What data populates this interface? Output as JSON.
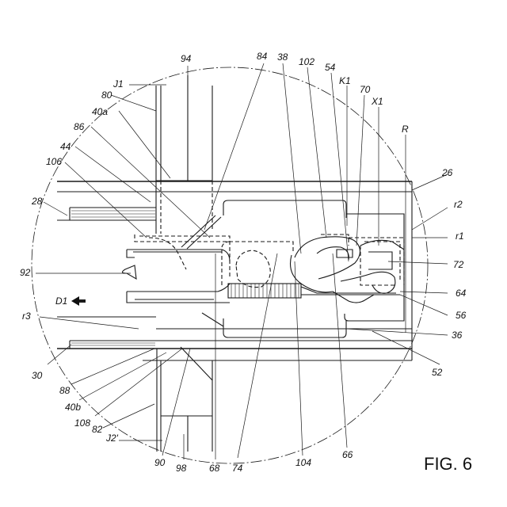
{
  "figure": {
    "caption": "FIG. 6",
    "direction_label": "D1"
  },
  "labels": {
    "J1": "J1",
    "94": "94",
    "84": "84",
    "38": "38",
    "102": "102",
    "54": "54",
    "K1": "K1",
    "70": "70",
    "X1": "X1",
    "80": "80",
    "40a": "40a",
    "86": "86",
    "R": "R",
    "44": "44",
    "106": "106",
    "26": "26",
    "28": "28",
    "r2": "r2",
    "r1": "r1",
    "72": "72",
    "92": "92",
    "64": "64",
    "56": "56",
    "r3": "r3",
    "36": "36",
    "30": "30",
    "52": "52",
    "88": "88",
    "40b": "40b",
    "108": "108",
    "82": "82",
    "J2p": "J2'",
    "90": "90",
    "98": "98",
    "68": "68",
    "74": "74",
    "104": "104",
    "66": "66"
  }
}
